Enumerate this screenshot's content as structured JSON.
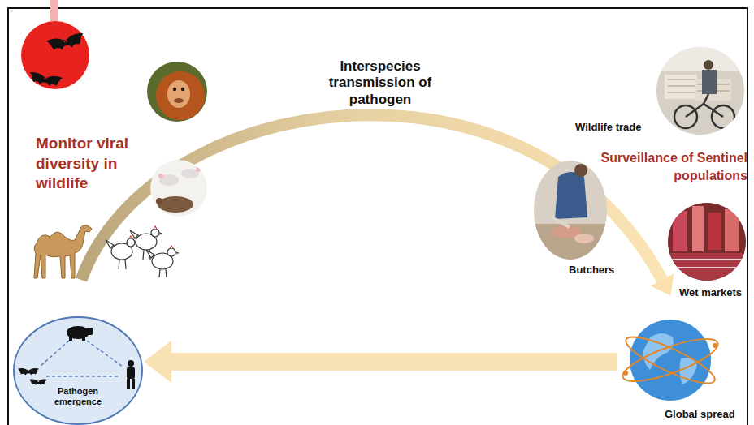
{
  "diagram": {
    "nodes": [
      {
        "text": [
          "Wildlife trade"
        ]
      },
      {
        "text": [
          "Butchers"
        ]
      },
      {
        "text": [
          "Wet markets"
        ]
      },
      {
        "text": [
          "Pathogen emergence"
        ]
      },
      {
        "text": [
          "Global spread"
        ]
      }
    ],
    "edges": [
      {
        "from": 4,
        "to": 3,
        "arrow": "to"
      }
    ],
    "labels": [
      "Monitor viral diversity in wildlife",
      "Interspecies transmission of pathogen",
      "Surveillance of Sentinel populations"
    ]
  }
}
